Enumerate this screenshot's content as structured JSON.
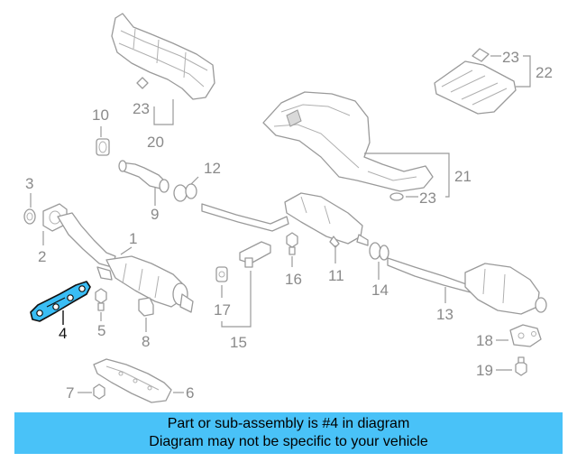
{
  "callouts": {
    "c1": "1",
    "c2": "2",
    "c3": "3",
    "c4": "4",
    "c5": "5",
    "c6": "6",
    "c7": "7",
    "c8": "8",
    "c9": "9",
    "c10": "10",
    "c11": "11",
    "c12": "12",
    "c13": "13",
    "c14": "14",
    "c15": "15",
    "c16": "16",
    "c17": "17",
    "c18": "18",
    "c19": "19",
    "c20": "20",
    "c21": "21",
    "c22": "22",
    "c23a": "23",
    "c23b": "23",
    "c23c": "23"
  },
  "highlight": {
    "part_number": "4",
    "color": "#39bdf5"
  },
  "banner": {
    "line1": "Part or sub-assembly is #4 in diagram",
    "line2": "Diagram may not be specific to your vehicle",
    "color": "#49c2f8"
  }
}
